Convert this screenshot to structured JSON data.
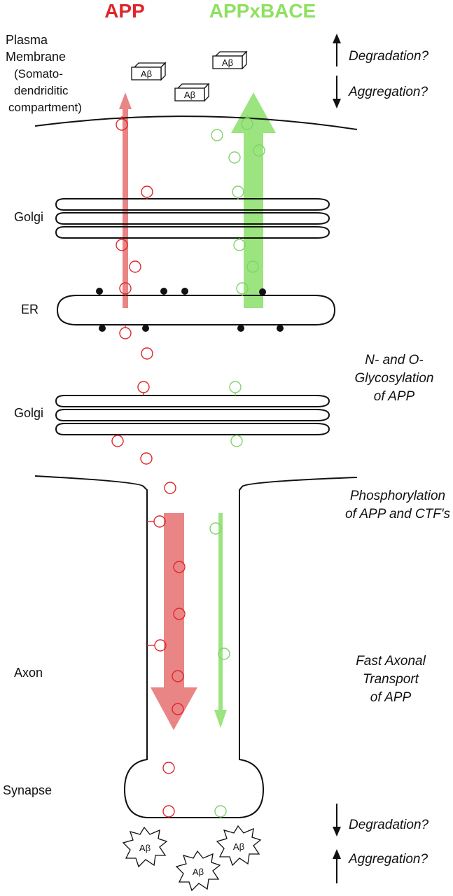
{
  "header": {
    "app_label": "APP",
    "appxbace_label": "APPxBACE",
    "app_color": "#e0262b",
    "appxbace_color": "#8ee060"
  },
  "compartments": {
    "plasma_membrane": [
      "Plasma",
      "Membrane",
      "(Somato-",
      "dendriditic",
      "compartment)"
    ],
    "golgi_top": "Golgi",
    "er": "ER",
    "golgi_bottom": "Golgi",
    "axon": "Axon",
    "synapse": "Synapse"
  },
  "annotations": {
    "degradation_top": "Degradation?",
    "aggregation_top": "Aggregation?",
    "glycosylation": [
      "N- and O-",
      "Glycosylation",
      "of APP"
    ],
    "phosphorylation": [
      "Phosphorylation",
      "of APP and CTF's"
    ],
    "transport": [
      "Fast Axonal",
      "Transport",
      "of APP"
    ],
    "degradation_bottom": "Degradation?",
    "aggregation_bottom": "Aggregation?"
  },
  "abeta_label": "Aβ",
  "colors": {
    "app_arrow": "#e98585",
    "appxbace_arrow": "#9be47f",
    "app_vesicle": "#e0262b",
    "appxbace_vesicle": "#7fd46a"
  }
}
